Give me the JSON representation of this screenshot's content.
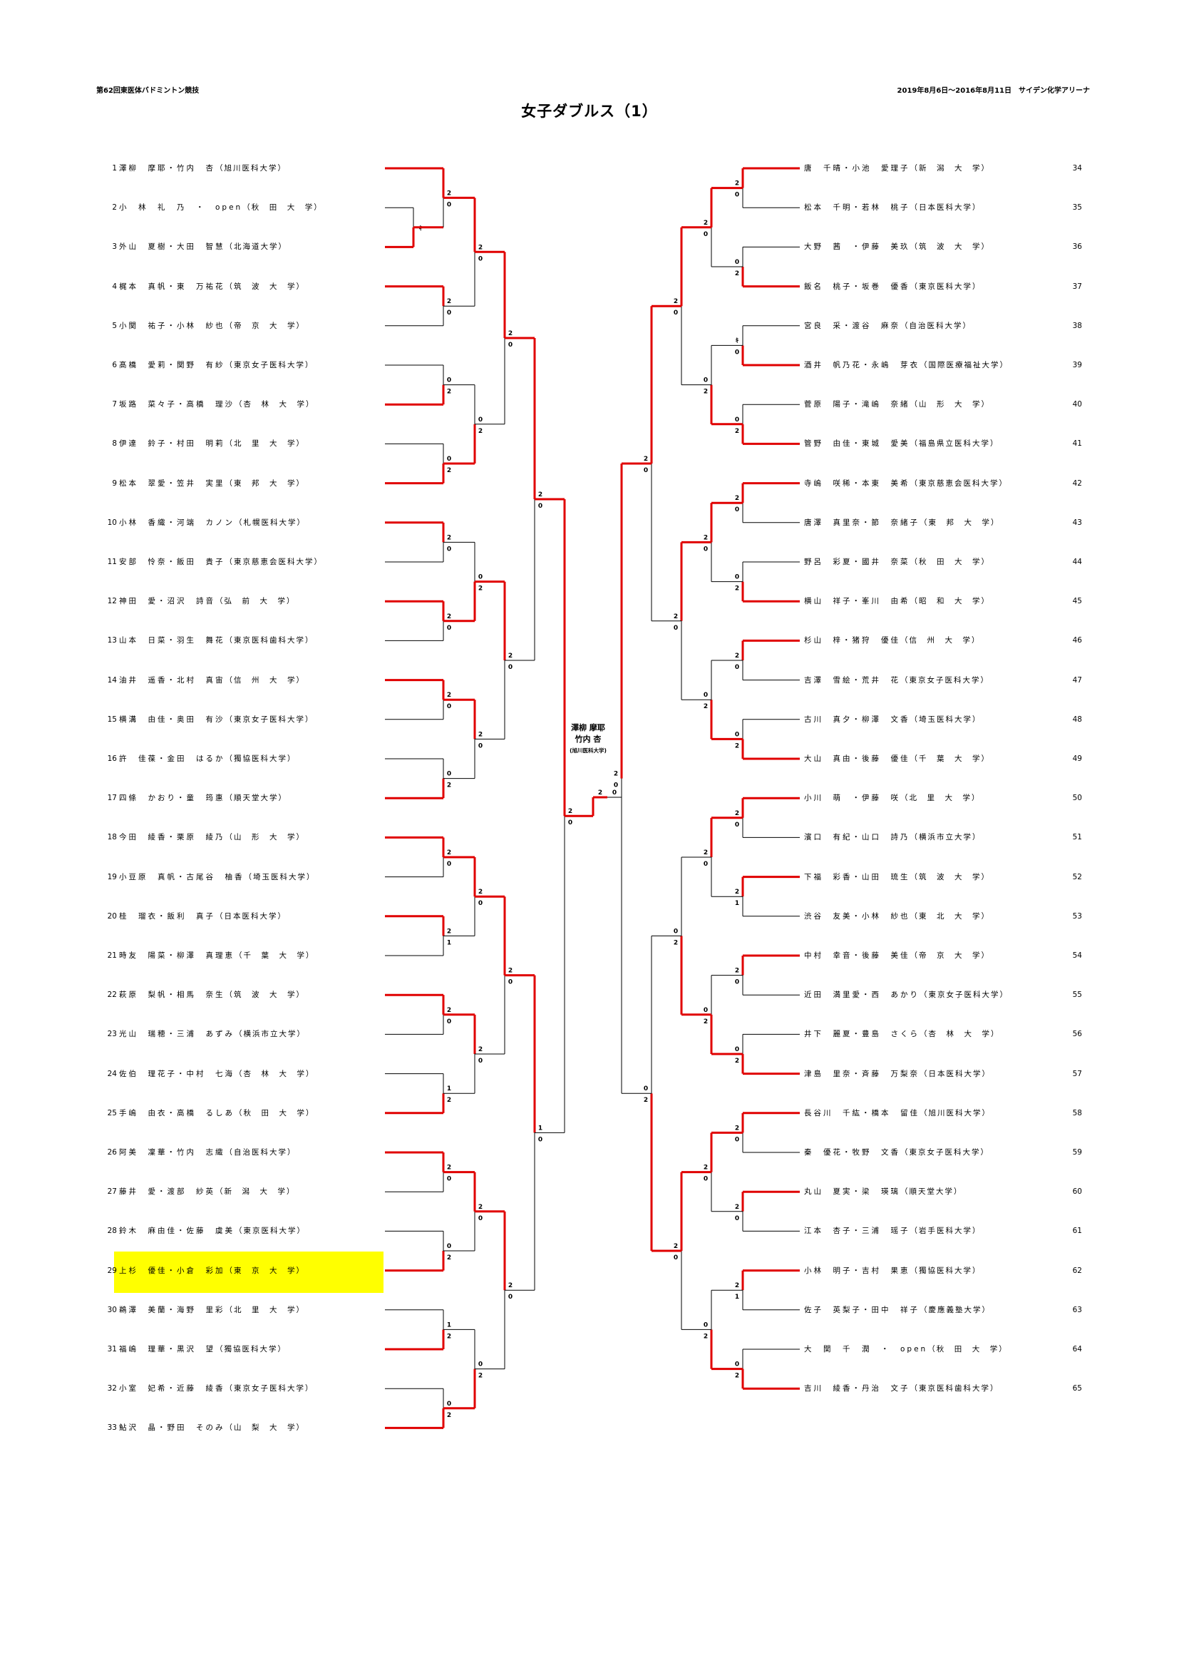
{
  "header": {
    "tournament": "第62回東医体バドミントン競技",
    "date_venue": "2019年8月6日～2016年8月11日　サイデン化学アリーナ"
  },
  "title": "女子ダブルス（1）",
  "champion": {
    "line1": "澤柳 摩耶",
    "line2": "竹内 杏",
    "university": "(旭川医科大学)"
  },
  "left_entries": [
    {
      "num": "1",
      "names": "澤柳　摩耶・竹内　杏",
      "univ": "旭川医科大学"
    },
    {
      "num": "2",
      "names": "小　林　礼　乃　・　open",
      "univ": "秋　田　大　学"
    },
    {
      "num": "3",
      "names": "外山　夏樹・大田　智慧",
      "univ": "北海道大学"
    },
    {
      "num": "4",
      "names": "梶本　真帆・東　万祐花",
      "univ": "筑　波　大　学"
    },
    {
      "num": "5",
      "names": "小関　祐子・小林　紗也",
      "univ": "帝　京　大　学"
    },
    {
      "num": "6",
      "names": "髙橋　愛莉・関野　有紗",
      "univ": "東京女子医科大学"
    },
    {
      "num": "7",
      "names": "坂路　菜々子・高橋　理沙",
      "univ": "杏　林　大　学"
    },
    {
      "num": "8",
      "names": "伊達　鈴子・村田　明莉",
      "univ": "北　里　大　学"
    },
    {
      "num": "9",
      "names": "松本　翠愛・笠井　実里",
      "univ": "東　邦　大　学"
    },
    {
      "num": "10",
      "names": "小林　香織・河端　カノン",
      "univ": "札幌医科大学"
    },
    {
      "num": "11",
      "names": "安部　怜奈・飯田　貴子",
      "univ": "東京慈恵会医科大学"
    },
    {
      "num": "12",
      "names": "神田　愛・沼沢　詩音",
      "univ": "弘　前　大　学"
    },
    {
      "num": "13",
      "names": "山本　日菜・羽生　舞花",
      "univ": "東京医科歯科大学"
    },
    {
      "num": "14",
      "names": "油井　遥香・北村　真宙",
      "univ": "信　州　大　学"
    },
    {
      "num": "15",
      "names": "横溝　由佳・奥田　有沙",
      "univ": "東京女子医科大学"
    },
    {
      "num": "16",
      "names": "許　佳葆・金田　はるか",
      "univ": "獨協医科大学"
    },
    {
      "num": "17",
      "names": "四條　かおり・童　筠惠",
      "univ": "順天堂大学"
    },
    {
      "num": "18",
      "names": "今田　綾香・栗原　綾乃",
      "univ": "山　形　大　学"
    },
    {
      "num": "19",
      "names": "小豆原　真帆・古尾谷　柚香",
      "univ": "埼玉医科大学"
    },
    {
      "num": "20",
      "names": "桂　瑠衣・飯利　真子",
      "univ": "日本医科大学"
    },
    {
      "num": "21",
      "names": "時友　陽菜・柳澤　真理恵",
      "univ": "千　葉　大　学"
    },
    {
      "num": "22",
      "names": "萩原　梨帆・相馬　奈生",
      "univ": "筑　波　大　学"
    },
    {
      "num": "23",
      "names": "光山　瑞穂・三浦　あずみ",
      "univ": "横浜市立大学"
    },
    {
      "num": "24",
      "names": "佐伯　理花子・中村　七海",
      "univ": "杏　林　大　学"
    },
    {
      "num": "25",
      "names": "手嶋　由衣・高橋　るしあ",
      "univ": "秋　田　大　学"
    },
    {
      "num": "26",
      "names": "阿美　凜華・竹内　志織",
      "univ": "自治医科大学"
    },
    {
      "num": "27",
      "names": "藤井　愛・渡部　紗英",
      "univ": "新　潟　大　学"
    },
    {
      "num": "28",
      "names": "鈴木　麻由佳・佐藤　虞美",
      "univ": "東京医科大学"
    },
    {
      "num": "29",
      "names": "上杉　優佳・小倉　彩加",
      "univ": "東　京　大　学"
    },
    {
      "num": "30",
      "names": "鵜澤　美蘭・海野　里彩",
      "univ": "北　里　大　学"
    },
    {
      "num": "31",
      "names": "福嶋　理華・黒沢　望",
      "univ": "獨協医科大学"
    },
    {
      "num": "32",
      "names": "小室　妃希・近藤　綾香",
      "univ": "東京女子医科大学"
    },
    {
      "num": "33",
      "names": "鮎沢　晶・野田　そのみ",
      "univ": "山　梨　大　学"
    }
  ],
  "right_entries": [
    {
      "num": "34",
      "names": "唐　千晴・小池　愛理子",
      "univ": "新　潟　大　学"
    },
    {
      "num": "35",
      "names": "松本　千明・若林　桃子",
      "univ": "日本医科大学"
    },
    {
      "num": "36",
      "names": "大野　茜　・伊藤　美玖",
      "univ": "筑　波　大　学"
    },
    {
      "num": "37",
      "names": "飯名　桃子・坂巻　優香",
      "univ": "東京医科大学"
    },
    {
      "num": "38",
      "names": "宮良　采・渡谷　麻奈",
      "univ": "自治医科大学"
    },
    {
      "num": "39",
      "names": "酒井　帆乃花・永嶋　芽衣",
      "univ": "国際医療福祉大学"
    },
    {
      "num": "40",
      "names": "菅原　陽子・滝嶋　奈緒",
      "univ": "山　形　大　学"
    },
    {
      "num": "41",
      "names": "管野　由佳・東城　愛美",
      "univ": "福島県立医科大学"
    },
    {
      "num": "42",
      "names": "寺嶋　咲稀・本東　美希",
      "univ": "東京慈恵会医科大学"
    },
    {
      "num": "43",
      "names": "唐澤　真里奈・節　奈緒子",
      "univ": "東　邦　大　学"
    },
    {
      "num": "44",
      "names": "野呂　彩夏・國井　奈菜",
      "univ": "秋　田　大　学"
    },
    {
      "num": "45",
      "names": "横山　祥子・峯川　由希",
      "univ": "昭　和　大　学"
    },
    {
      "num": "46",
      "names": "杉山　梓・猪狩　優佳",
      "univ": "信　州　大　学"
    },
    {
      "num": "47",
      "names": "吉澤　雪絵・荒井　花",
      "univ": "東京女子医科大学"
    },
    {
      "num": "48",
      "names": "古川　真夕・柳澤　文香",
      "univ": "埼玉医科大学"
    },
    {
      "num": "49",
      "names": "大山　真由・後藤　優佳",
      "univ": "千　葉　大　学"
    },
    {
      "num": "50",
      "names": "小川　萌　・伊藤　咲",
      "univ": "北　里　大　学"
    },
    {
      "num": "51",
      "names": "濱口　有紀・山口　詩乃",
      "univ": "横浜市立大学"
    },
    {
      "num": "52",
      "names": "下福　彩香・山田　琉生",
      "univ": "筑　波　大　学"
    },
    {
      "num": "53",
      "names": "渋谷　友美・小林　紗也",
      "univ": "東　北　大　学"
    },
    {
      "num": "54",
      "names": "中村　幸音・後藤　美佳",
      "univ": "帝　京　大　学"
    },
    {
      "num": "55",
      "names": "近田　満里愛・西　あかり",
      "univ": "東京女子医科大学"
    },
    {
      "num": "56",
      "names": "井下　麗夏・豊島　さくら",
      "univ": "杏　林　大　学"
    },
    {
      "num": "57",
      "names": "津島　里奈・斉藤　万梨奈",
      "univ": "日本医科大学"
    },
    {
      "num": "58",
      "names": "長谷川　千紘・橋本　留佳",
      "univ": "旭川医科大学"
    },
    {
      "num": "59",
      "names": "秦　優花・牧野　文香",
      "univ": "東京女子医科大学"
    },
    {
      "num": "60",
      "names": "丸山　夏実・梁　瑛璃",
      "univ": "順天堂大学"
    },
    {
      "num": "61",
      "names": "江本　杏子・三浦　瑶子",
      "univ": "岩手医科大学"
    },
    {
      "num": "62",
      "names": "小林　明子・吉村　果恵",
      "univ": "獨協医科大学"
    },
    {
      "num": "63",
      "names": "佐子　英梨子・田中　祥子",
      "univ": "慶應義塾大学"
    },
    {
      "num": "64",
      "names": "大　関　千　潤　・　open",
      "univ": "秋　田　大　学"
    },
    {
      "num": "65",
      "names": "吉川　綾香・丹治　文子",
      "univ": "東京医科歯科大学"
    }
  ],
  "scores": {
    "final_left": "2",
    "final_right": "0",
    "left_r1": [
      [
        "2",
        "0"
      ],
      [
        "2",
        "0"
      ],
      [
        "0",
        "2"
      ],
      [
        "0",
        "2"
      ],
      [
        "2",
        "0"
      ],
      [
        "2",
        "0"
      ],
      [
        "2",
        "0"
      ],
      [
        "0",
        "2"
      ],
      [
        "2",
        "0"
      ],
      [
        "2",
        "1"
      ],
      [
        "2",
        "0"
      ],
      [
        "1",
        "2"
      ],
      [
        "2",
        "0"
      ],
      [
        "0",
        "2"
      ],
      [
        "1",
        "2"
      ],
      [
        "0",
        "2"
      ]
    ],
    "left_r1_extra": "ｷ",
    "left_r2": [
      [
        "2",
        "0"
      ],
      [
        "0",
        "2"
      ],
      [
        "0",
        "2"
      ],
      [
        "2",
        "0"
      ],
      [
        "2",
        "0"
      ],
      [
        "2",
        "0"
      ],
      [
        "2",
        "0"
      ],
      [
        "0",
        "2"
      ]
    ],
    "left_r3": [
      [
        "2",
        "0"
      ],
      [
        "2",
        "0"
      ],
      [
        "2",
        "0"
      ],
      [
        "2",
        "0"
      ]
    ],
    "left_r4": [
      [
        "2",
        "0"
      ],
      [
        "1",
        "0"
      ]
    ],
    "left_r5": [
      [
        "2",
        "0"
      ]
    ],
    "right_r1": [
      [
        "2",
        "0"
      ],
      [
        "0",
        "2"
      ],
      [
        "ｷ",
        "0"
      ],
      [
        "0",
        "2"
      ],
      [
        "2",
        "0"
      ],
      [
        "0",
        "2"
      ],
      [
        "2",
        "0"
      ],
      [
        "0",
        "2"
      ],
      [
        "2",
        "0"
      ],
      [
        "2",
        "1"
      ],
      [
        "2",
        "0"
      ],
      [
        "0",
        "2"
      ],
      [
        "2",
        "0"
      ],
      [
        "2",
        "0"
      ],
      [
        "2",
        "1"
      ],
      [
        "0",
        "2"
      ]
    ],
    "right_r2": [
      [
        "2",
        "0"
      ],
      [
        "0",
        "2"
      ],
      [
        "2",
        "0"
      ],
      [
        "0",
        "2"
      ],
      [
        "2",
        "0"
      ],
      [
        "0",
        "2"
      ],
      [
        "2",
        "0"
      ],
      [
        "0",
        "2"
      ]
    ],
    "right_r3": [
      [
        "2",
        "0"
      ],
      [
        "2",
        "0"
      ],
      [
        "0",
        "2"
      ],
      [
        "2",
        "0"
      ]
    ],
    "right_r4": [
      [
        "2",
        "0"
      ],
      [
        "0",
        "2"
      ]
    ],
    "right_r5": [
      [
        "2",
        "0"
      ]
    ]
  }
}
